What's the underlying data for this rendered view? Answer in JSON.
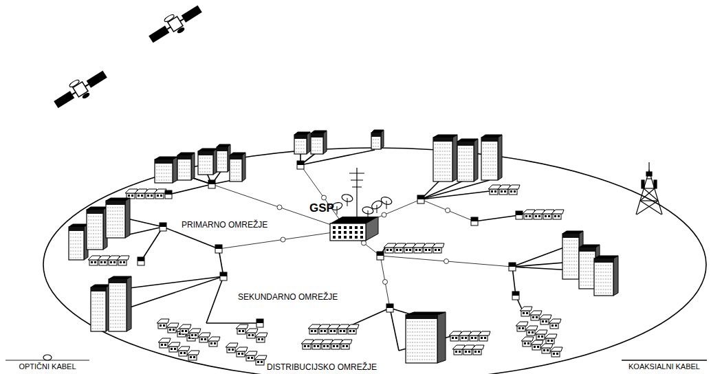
{
  "diagram": {
    "labels": [
      "GSP",
      "PRIMARNO OMREŽJE",
      "SEKUNDARNO OMREŽJE",
      "DISTRIBUCIJSKO OMREŽJE"
    ],
    "legend": [
      {
        "text": "OPTIČNI KABEL"
      },
      {
        "text": "KOAKSIALNI KABEL"
      }
    ]
  }
}
